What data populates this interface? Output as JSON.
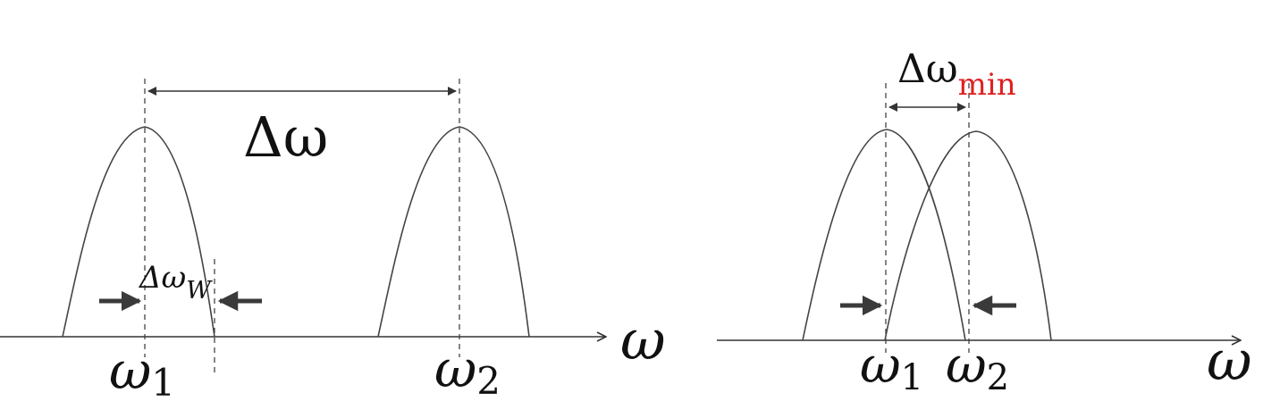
{
  "left_panel": {
    "axis_label": "ω",
    "peak1_label": "ω",
    "peak1_sub": "1",
    "peak2_label": "ω",
    "peak2_sub": "2",
    "separation_label": "Δω",
    "width_label": "Δω",
    "width_sub": "W"
  },
  "right_panel": {
    "axis_label": "ω",
    "peak1_label": "ω",
    "peak1_sub": "1",
    "peak2_label": "ω",
    "peak2_sub": "2",
    "separation_label": "Δω",
    "separation_sub": "min"
  },
  "colors": {
    "line": "#444444",
    "text": "#111111",
    "highlight": "#e02020"
  }
}
